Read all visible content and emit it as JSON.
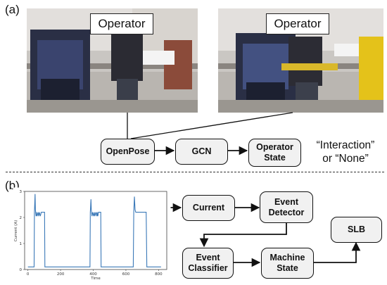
{
  "panels": {
    "a_label": "(a)",
    "b_label": "(b)"
  },
  "photos": [
    {
      "operator_label": "Operator"
    },
    {
      "operator_label": "Operator"
    }
  ],
  "pipeline_a": {
    "nodes": [
      "OpenPose",
      "GCN",
      "Operator State"
    ],
    "output_line1": "“Interaction”",
    "output_line2": "or “None”"
  },
  "pipeline_b": {
    "nodes": [
      "Current",
      "Event Detector",
      "Event Classifier",
      "Machine State",
      "SLB"
    ]
  },
  "chart_data": {
    "type": "line",
    "title": "",
    "xlabel": "Time",
    "ylabel": "Current (A)",
    "xlim": [
      -20,
      850
    ],
    "ylim": [
      0,
      3
    ],
    "xticks": [
      0,
      200,
      400,
      600,
      800
    ],
    "yticks": [
      0,
      1,
      2,
      3
    ],
    "series": [
      {
        "name": "",
        "color": "#3b79b8",
        "x": [
          0,
          38,
          40,
          44,
          46,
          50,
          52,
          56,
          62,
          66,
          70,
          76,
          82,
          84,
          86,
          92,
          94,
          96,
          98,
          100,
          102,
          104,
          110,
          360,
          380,
          382,
          386,
          388,
          392,
          396,
          402,
          406,
          410,
          416,
          422,
          424,
          428,
          432,
          436,
          440,
          444,
          446,
          448,
          452,
          645,
          648,
          652,
          656,
          660,
          668,
          700,
          722,
          724,
          728,
          732,
          800,
          815
        ],
        "y": [
          0.1,
          0.1,
          2.2,
          2.9,
          2.3,
          2.05,
          2.2,
          2.05,
          2.2,
          2.05,
          2.2,
          2.05,
          2.2,
          2.2,
          2.2,
          2.2,
          2.2,
          2.2,
          2.2,
          2.2,
          2.2,
          0.1,
          0.1,
          0.1,
          0.1,
          2.2,
          2.7,
          2.3,
          2.05,
          2.2,
          2.05,
          2.2,
          2.05,
          2.2,
          2.05,
          2.2,
          2.05,
          2.2,
          2.2,
          2.2,
          2.2,
          2.2,
          0.1,
          0.1,
          0.1,
          2.2,
          2.8,
          2.3,
          2.2,
          2.2,
          2.2,
          2.2,
          2.2,
          0.1,
          0.1,
          0.1,
          0.1
        ]
      }
    ]
  }
}
